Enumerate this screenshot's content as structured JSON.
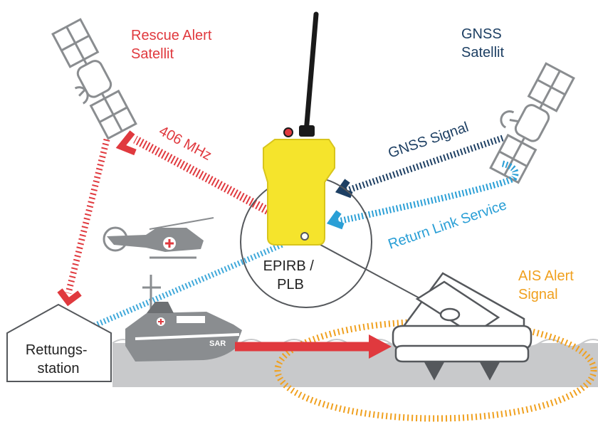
{
  "labels": {
    "rescue_satellite_line1": "Rescue Alert",
    "rescue_satellite_line2": "Satellit",
    "gnss_satellite_line1": "GNSS",
    "gnss_satellite_line2": "Satellit",
    "freq_406": "406 MHz",
    "gnss_signal": "GNSS Signal",
    "return_link": "Return Link Service",
    "ais_line1": "AIS Alert",
    "ais_line2": "Signal",
    "device_line1": "EPIRB /",
    "device_line2": "PLB",
    "station_line1": "Rettungs-",
    "station_line2": "station",
    "boat_marking": "SAR"
  },
  "colors": {
    "rescue_red": "#e0393e",
    "gnss_navy": "#1d3f63",
    "return_blue": "#2a9fd6",
    "ais_orange": "#f0a01e",
    "device_yellow": "#f5e42c",
    "icon_gray": "#8a8d90",
    "water_gray": "#c8c9cb"
  }
}
